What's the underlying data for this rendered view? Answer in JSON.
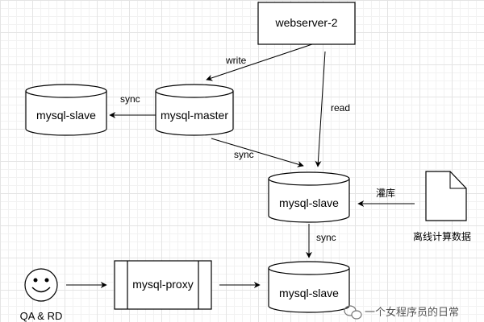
{
  "nodes": {
    "webserver": "webserver-2",
    "master": "mysql-master",
    "slave_left": "mysql-slave",
    "slave_mid": "mysql-slave",
    "slave_bottom": "mysql-slave",
    "proxy": "mysql-proxy",
    "user": "QA & RD",
    "offline": "离线计算数据"
  },
  "edges": {
    "write": "write",
    "read": "read",
    "sync_master_left": "sync",
    "sync_master_mid": "sync",
    "sync_mid_bottom": "sync",
    "load": "灌库"
  },
  "watermark": "一个女程序员的日常",
  "colors": {
    "stroke": "#000000",
    "background": "#ffffff"
  }
}
